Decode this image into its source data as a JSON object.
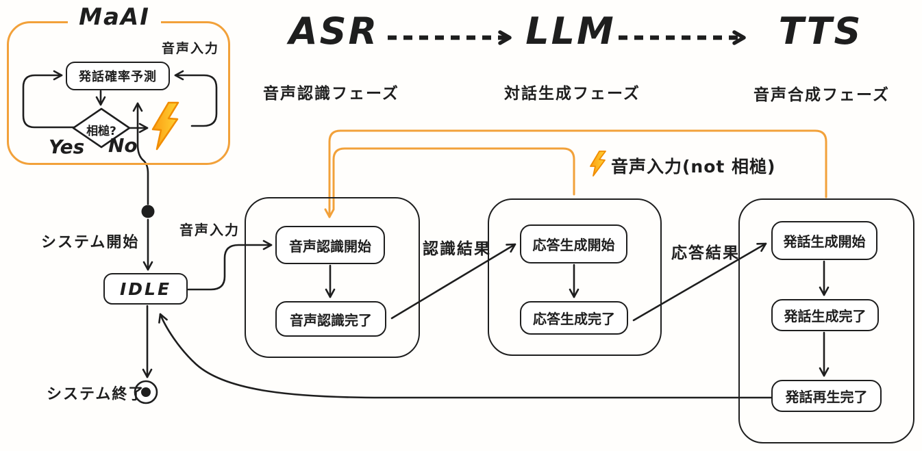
{
  "maai_module": {
    "title": "MaAI",
    "input_label": "音声入力",
    "predictor_state": "発話確率予測",
    "decision_label": "相槌?",
    "yes_label": "Yes",
    "no_label": "No"
  },
  "pipeline_header": {
    "asr": "ASR",
    "llm": "LLM",
    "tts": "TTS"
  },
  "phases": {
    "asr": "音声認識フェーズ",
    "llm": "対話生成フェーズ",
    "tts": "音声合成フェーズ"
  },
  "lifecycle": {
    "start_label": "システム開始",
    "end_label": "システム終了",
    "idle_state": "IDLE"
  },
  "transitions": {
    "voice_input": "音声入力",
    "recognition_result": "認識結果",
    "response_result": "応答結果",
    "interrupt": "音声入力(not 相槌)"
  },
  "states": {
    "asr": [
      "音声認識開始",
      "音声認識完了"
    ],
    "llm": [
      "応答生成開始",
      "応答生成完了"
    ],
    "tts": [
      "発話生成開始",
      "発話生成完了",
      "発話再生完了"
    ]
  },
  "colors": {
    "accent_orange": "#F2A13A",
    "ink": "#1E1E1E",
    "lightning_fill_light": "#FFD335",
    "lightning_fill_dark": "#FB9D12",
    "lightning_stroke": "#F08C00"
  },
  "icons": {
    "decision_bolt": "lightning-icon",
    "interrupt_bolt": "lightning-icon",
    "start_node": "filled-circle-icon",
    "end_node": "bullseye-circle-icon"
  }
}
